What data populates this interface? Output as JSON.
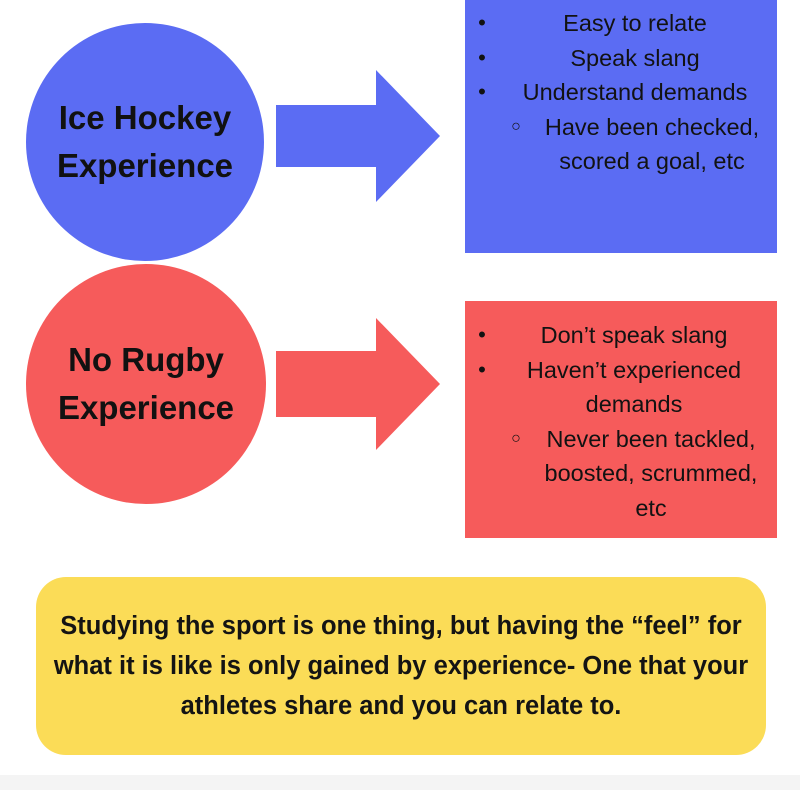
{
  "colors": {
    "blue": "#5b6cf3",
    "red": "#f65b5b",
    "yellow": "#fbdc57",
    "background": "#ffffff"
  },
  "blue_row": {
    "circle_label": "Ice Hockey\nExperience",
    "arrow_icon": "right-arrow-icon",
    "items": [
      {
        "bullet": "•",
        "text": "Easy to relate"
      },
      {
        "bullet": "•",
        "text": "Speak slang"
      },
      {
        "bullet": "•",
        "text": "Understand demands"
      }
    ],
    "sub_item": {
      "bullet": "○",
      "text": "Have been checked, scored a goal, etc"
    }
  },
  "red_row": {
    "circle_label": "No Rugby\nExperience",
    "arrow_icon": "right-arrow-icon",
    "items": [
      {
        "bullet": "•",
        "text": "Don’t speak slang"
      },
      {
        "bullet": "•",
        "text": "Haven’t experienced demands"
      }
    ],
    "sub_item": {
      "bullet": "○",
      "text": "Never been tackled, boosted, scrummed, etc"
    }
  },
  "banner": {
    "text": "Studying the sport is one thing, but having the “feel” for what it is like is only gained by experience- One that your athletes share and you can relate to."
  }
}
